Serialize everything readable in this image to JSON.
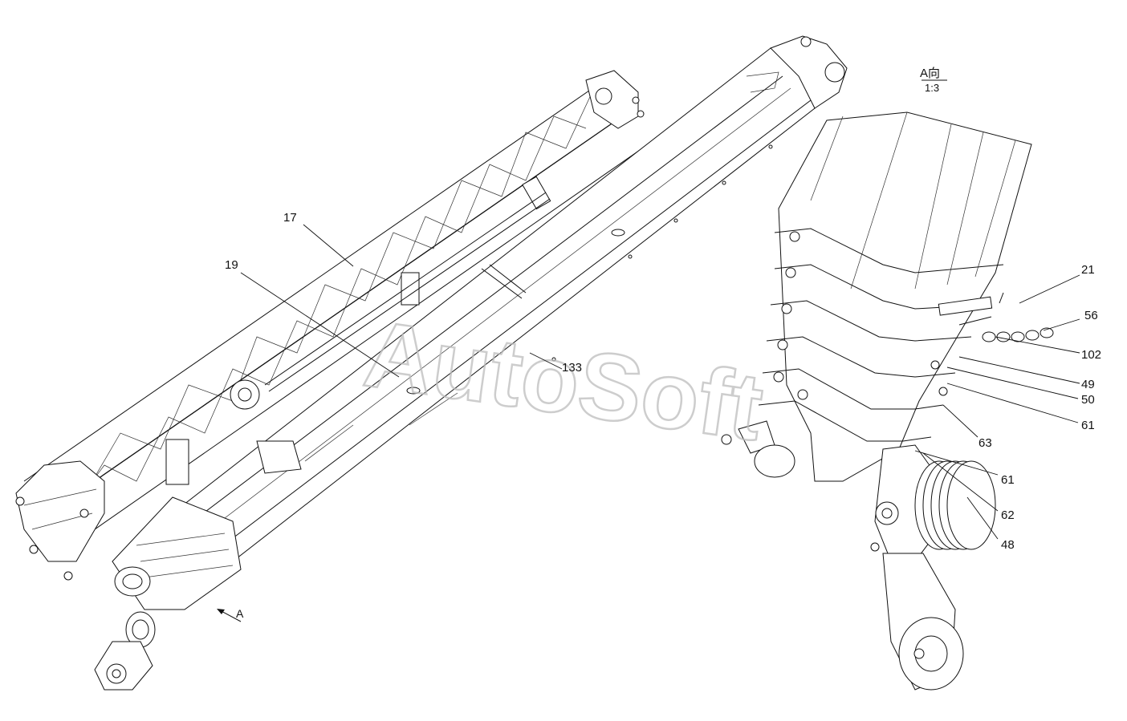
{
  "view": {
    "title": "A向",
    "scale": "1:3",
    "arrow_label": "A"
  },
  "watermark": "AutoSoft",
  "callouts": [
    {
      "id": "c17",
      "label": "17"
    },
    {
      "id": "c19",
      "label": "19"
    },
    {
      "id": "c133",
      "label": "133"
    },
    {
      "id": "c21",
      "label": "21"
    },
    {
      "id": "c56",
      "label": "56"
    },
    {
      "id": "c102",
      "label": "102"
    },
    {
      "id": "c49",
      "label": "49"
    },
    {
      "id": "c50",
      "label": "50"
    },
    {
      "id": "c61a",
      "label": "61"
    },
    {
      "id": "c63",
      "label": "63"
    },
    {
      "id": "c61b",
      "label": "61"
    },
    {
      "id": "c62",
      "label": "62"
    },
    {
      "id": "c48",
      "label": "48"
    }
  ],
  "colors": {
    "line": "#111111",
    "watermark": "#bdbdbd",
    "background": "#ffffff"
  }
}
